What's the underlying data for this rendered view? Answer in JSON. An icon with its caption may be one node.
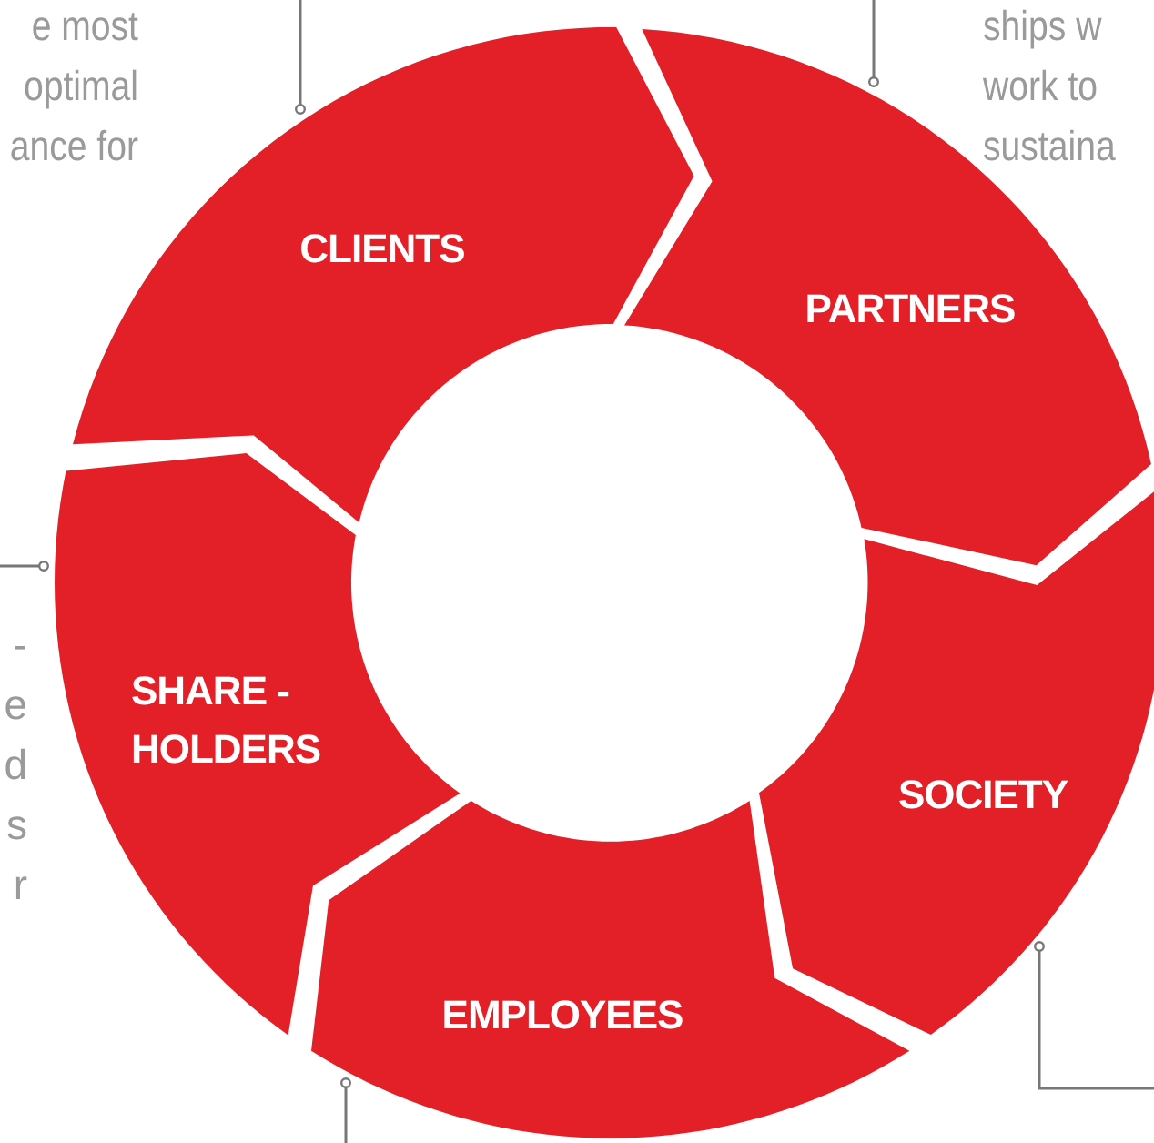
{
  "diagram": {
    "nodes": [
      {
        "text": [
          "CLIENTS"
        ]
      },
      {
        "text": [
          "PARTNERS"
        ]
      },
      {
        "text": [
          "SOCIETY"
        ]
      },
      {
        "text": [
          "EMPLOYEES"
        ]
      },
      {
        "text": [
          "SHARE -HOLDERS"
        ]
      }
    ],
    "edges": [
      {
        "from": null,
        "to": 0,
        "arrow": "other"
      },
      {
        "from": null,
        "to": 1,
        "arrow": "other"
      },
      {
        "from": null,
        "to": 4,
        "arrow": "other"
      },
      {
        "from": null,
        "to": 3,
        "arrow": "other"
      },
      {
        "from": null,
        "to": 2,
        "arrow": "other"
      }
    ],
    "labels": [
      "e most optimal ance for",
      "ships w work to sustaina",
      "- e d s r"
    ]
  }
}
